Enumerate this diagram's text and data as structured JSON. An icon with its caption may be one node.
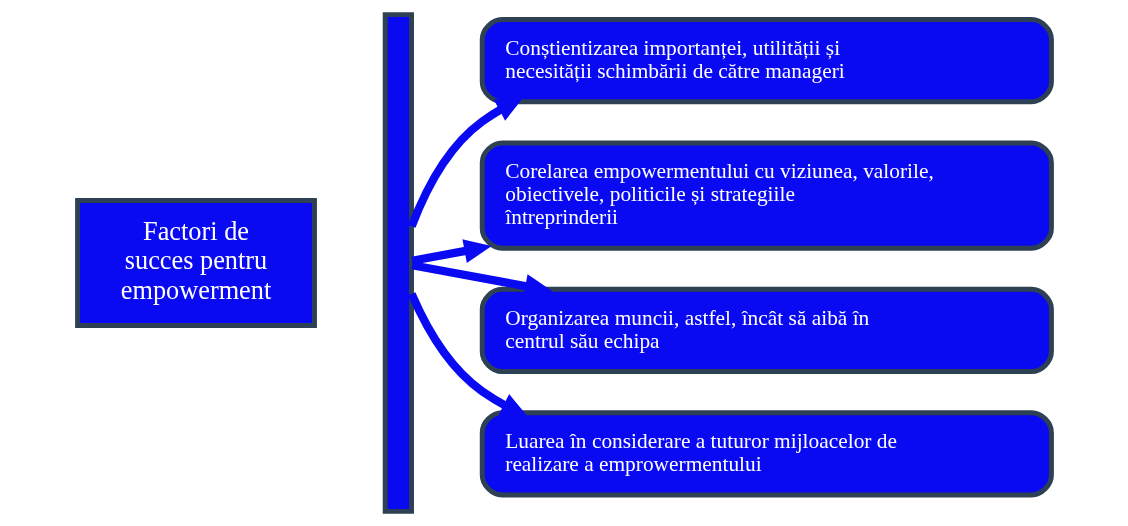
{
  "diagram": {
    "nodes": [
      {
        "text": [
          "Factori de succes pentru empowerment"
        ]
      },
      {
        "text": [],
        "shape": "bar"
      },
      {
        "text": [
          "Conștientizarea importanței, utilității și necesității schimbării de către manageri"
        ]
      },
      {
        "text": [
          "Corelarea empowermentului cu viziunea, valorile, obiectivele, politicile și strategiile întreprinderii"
        ]
      },
      {
        "text": [
          "Organizarea muncii, astfel, încât să aibă în centrul său echipa"
        ]
      },
      {
        "text": [
          "Luarea în considerare a tuturor mijloacelor de realizare a emprowermentului"
        ]
      }
    ],
    "edges": [
      {
        "from": 1,
        "to": 2,
        "arrow": "to"
      },
      {
        "from": 1,
        "to": 3,
        "arrow": "to"
      },
      {
        "from": 1,
        "to": 4,
        "arrow": "to"
      },
      {
        "from": 1,
        "to": 5,
        "arrow": "to"
      }
    ]
  }
}
